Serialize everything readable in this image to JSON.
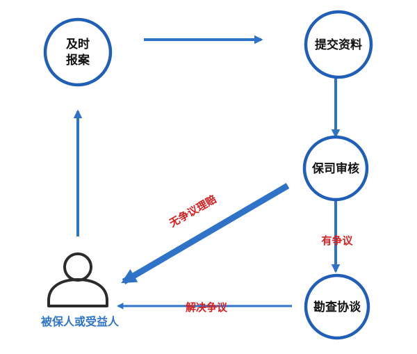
{
  "colors": {
    "node_stroke": "#1f5fb8",
    "arrow": "#2f73c9",
    "edge_label": "#d42020",
    "person_label": "#2f73c9",
    "person_icon": "#2b2b2b"
  },
  "nodes": {
    "report": {
      "line1": "及时",
      "line2": "报案"
    },
    "submit": {
      "label": "提交资料"
    },
    "review": {
      "label": "保司审核"
    },
    "negotiate": {
      "label": "勘查协谈"
    }
  },
  "person": {
    "label": "被保人或受益人",
    "icon": "person-icon"
  },
  "edges": {
    "no_dispute": "无争议理赔",
    "dispute": "有争议",
    "resolve": "解决争议"
  }
}
